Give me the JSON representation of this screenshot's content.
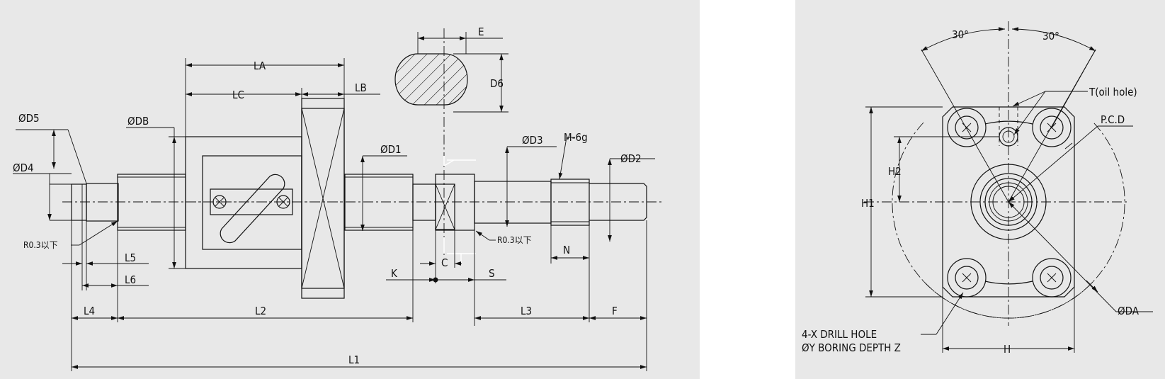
{
  "colors": {
    "panel_bg": "#e8e8e8",
    "line": "#111111",
    "gap": "#ffffff",
    "white_mark": "#ffffff"
  },
  "front_view": {
    "labels": {
      "la": "LA",
      "lb": "LB",
      "lc": "LC",
      "e": "E",
      "d6": "D6",
      "od5": "ØD5",
      "odb": "ØDB",
      "od4": "ØD4",
      "od1": "ØD1",
      "od3": "ØD3",
      "m6g": "M-6g",
      "od2": "ØD2",
      "r03_left": "R0.3以下",
      "r03_right": "R0.3以下",
      "l5": "L5",
      "l6": "L6",
      "c": "C",
      "k": "K",
      "s": "S",
      "n": "N",
      "l4": "L4",
      "l2": "L2",
      "l3": "L3",
      "f": "F",
      "l1": "L1"
    }
  },
  "side_view": {
    "labels": {
      "angle_left": "30°",
      "angle_right": "30°",
      "t_oil_hole": "T(oil hole)",
      "pcd": "P.C.D",
      "h2": "H2",
      "h1": "H1",
      "oda": "ØDA",
      "h": "H",
      "drill_line1": "4-X DRILL HOLE",
      "drill_line2": "ØY BORING DEPTH Z"
    }
  }
}
